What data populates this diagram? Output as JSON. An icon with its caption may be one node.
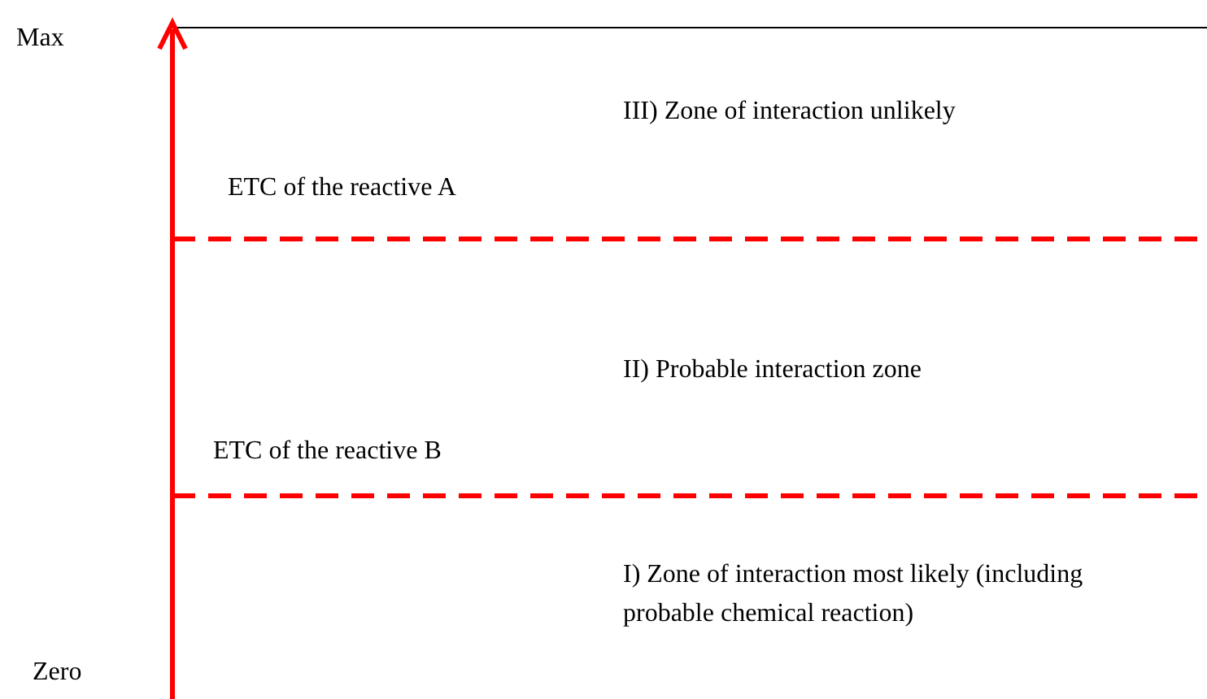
{
  "diagram": {
    "labels": [
      "Max",
      "III) Zone of interaction unlikely",
      "ETC of the reactive A",
      "II) Probable interaction zone",
      "ETC of the reactive B",
      "I) Zone of interaction most likely (including probable chemical reaction)",
      "Zero"
    ]
  }
}
